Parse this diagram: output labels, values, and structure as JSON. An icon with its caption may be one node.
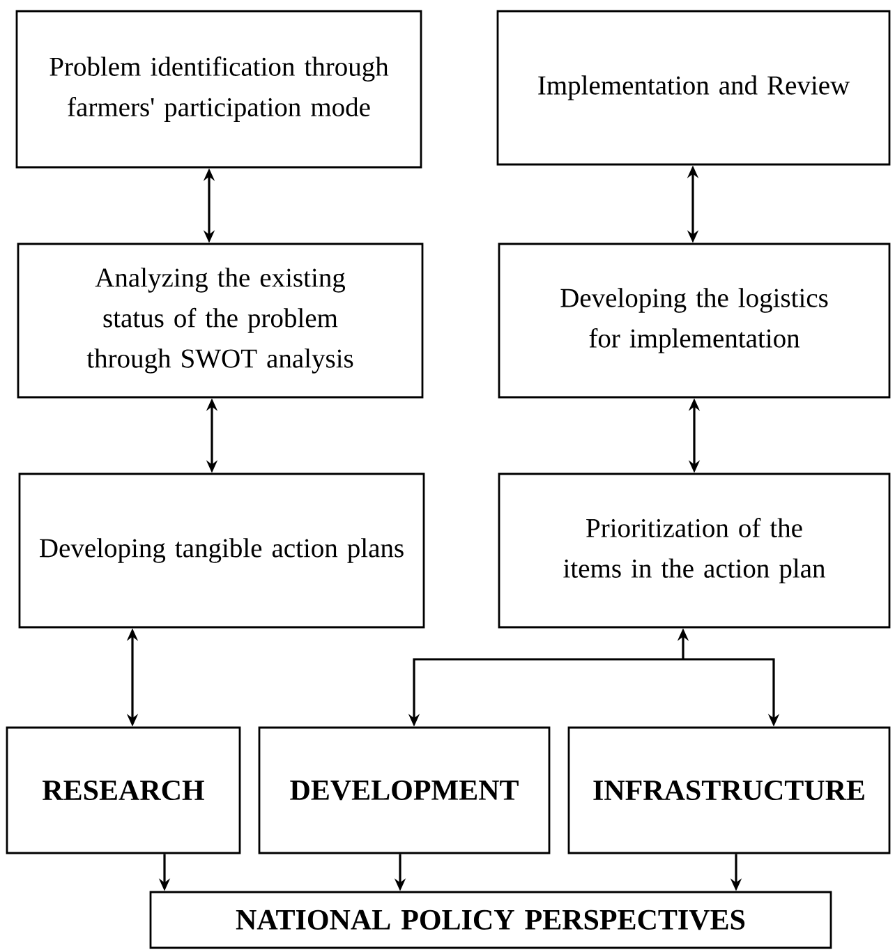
{
  "diagram": {
    "nodes": [
      {
        "text": [
          "Problem identification through farmers' participation mode"
        ]
      },
      {
        "text": [
          "Analyzing the existing status of the problem through SWOT analysis"
        ]
      },
      {
        "text": [
          "Developing tangible action plans"
        ]
      },
      {
        "text": [
          "Implementation and Review"
        ]
      },
      {
        "text": [
          "Developing the logistics for implementation"
        ]
      },
      {
        "text": [
          "Prioritization of the items in the action plan"
        ]
      },
      {
        "text": [
          "RESEARCH"
        ]
      },
      {
        "text": [
          "DEVELOPMENT"
        ]
      },
      {
        "text": [
          "INFRASTRUCTURE"
        ]
      },
      {
        "text": [
          "NATIONAL POLICY PERSPECTIVES"
        ]
      }
    ],
    "edges": [
      {
        "from": 0,
        "to": 1,
        "arrow": "both"
      },
      {
        "from": 1,
        "to": 2,
        "arrow": "both"
      },
      {
        "from": 3,
        "to": 4,
        "arrow": "both"
      },
      {
        "from": 4,
        "to": 5,
        "arrow": "both"
      },
      {
        "from": 2,
        "to": 6,
        "arrow": "both"
      },
      {
        "from": 5,
        "to": 7,
        "arrow": "both"
      },
      {
        "from": 5,
        "to": 8,
        "arrow": "both"
      },
      {
        "from": 6,
        "to": 9,
        "arrow": "to"
      },
      {
        "from": 7,
        "to": 9,
        "arrow": "to"
      },
      {
        "from": 8,
        "to": 9,
        "arrow": "to"
      }
    ]
  }
}
